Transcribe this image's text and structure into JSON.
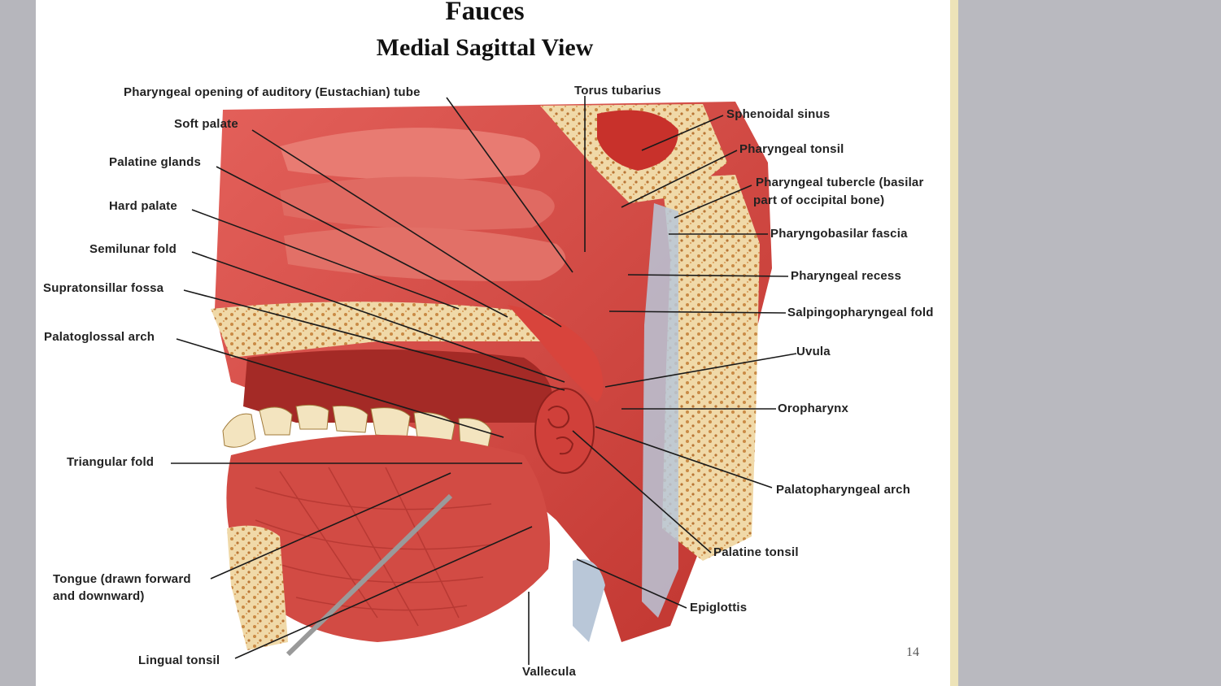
{
  "slide": {
    "title": "Fauces",
    "subtitle": "Medial Sagittal View",
    "page_number": "14"
  },
  "labels": {
    "pharyngeal_opening": "Pharyngeal opening of auditory (Eustachian) tube",
    "torus_tubarius": "Torus tubarius",
    "soft_palate": "Soft palate",
    "palatine_glands": "Palatine glands",
    "hard_palate": "Hard palate",
    "semilunar_fold": "Semilunar fold",
    "supratonsillar_fossa": "Supratonsillar fossa",
    "palatoglossal_arch": "Palatoglossal arch",
    "triangular_fold": "Triangular fold",
    "tongue_line1": "Tongue (drawn forward",
    "tongue_line2": "and downward)",
    "lingual_tonsil": "Lingual tonsil",
    "vallecula": "Vallecula",
    "sphenoidal_sinus": "Sphenoidal sinus",
    "pharyngeal_tonsil": "Pharyngeal tonsil",
    "pharyngeal_tubercle_line1": "Pharyngeal tubercle (basilar",
    "pharyngeal_tubercle_line2": "part of occipital bone)",
    "pharyngobasilar_fascia": "Pharyngobasilar fascia",
    "pharyngeal_recess": "Pharyngeal recess",
    "salpingopharyngeal_fold": "Salpingopharyngeal fold",
    "uvula": "Uvula",
    "oropharynx": "Oropharynx",
    "palatopharyngeal_arch": "Palatopharyngeal arch",
    "palatine_tonsil": "Palatine tonsil",
    "epiglottis": "Epiglottis"
  },
  "colors": {
    "tissue": "#d8443c",
    "tissue_dark": "#b52a25",
    "bone": "#f0d9a8",
    "bone_spots": "#c98a45",
    "fascia": "#b9c7d8",
    "leader_line": "#1a1a1a"
  }
}
